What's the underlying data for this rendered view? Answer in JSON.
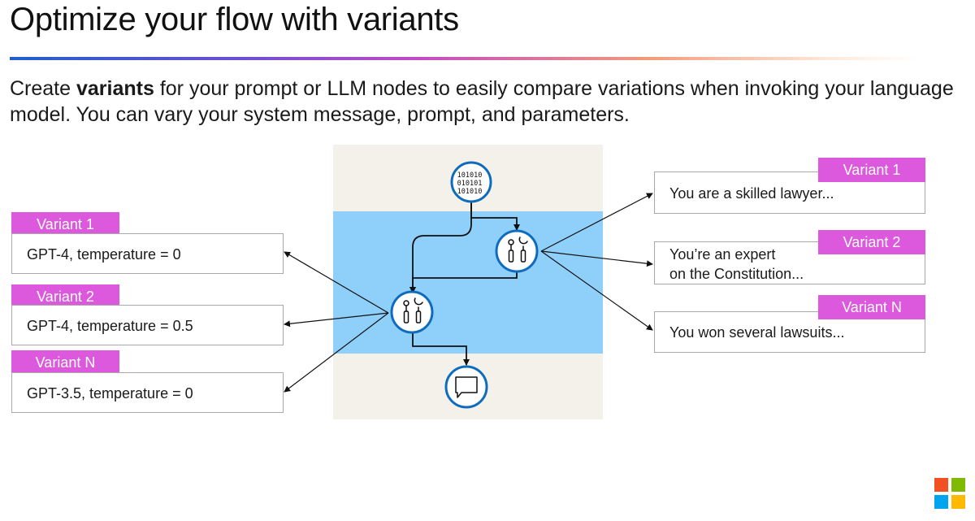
{
  "slide": {
    "title": "Optimize your flow with variants",
    "description": {
      "prefix": "Create ",
      "bold": "variants",
      "suffix": " for your prompt or LLM nodes to easily compare variations when invoking your language model. You can vary your system message, prompt, and parameters."
    }
  },
  "diagram": {
    "input_icon_text": [
      "101010",
      "010101",
      "101010"
    ]
  },
  "left_variants": [
    {
      "tag": "Variant 1",
      "text": "GPT-4, temperature = 0"
    },
    {
      "tag": "Variant 2",
      "text": "GPT-4, temperature = 0.5"
    },
    {
      "tag": "Variant N",
      "text": "GPT-3.5, temperature = 0"
    }
  ],
  "right_variants": [
    {
      "tag": "Variant 1",
      "line1": "You are a skilled lawyer...",
      "line2": ""
    },
    {
      "tag": "Variant 2",
      "line1": "You’re an expert",
      "line2": "on the Constitution..."
    },
    {
      "tag": "Variant N",
      "line1": "You won several lawsuits...",
      "line2": ""
    }
  ],
  "colors": {
    "tag": "#dc58dc",
    "node_stroke": "#0f6cbd",
    "band": "#8fd0fb",
    "panel": "#f3f1ea",
    "logo": [
      "#f25022",
      "#7fba00",
      "#00a4ef",
      "#ffb900"
    ]
  }
}
